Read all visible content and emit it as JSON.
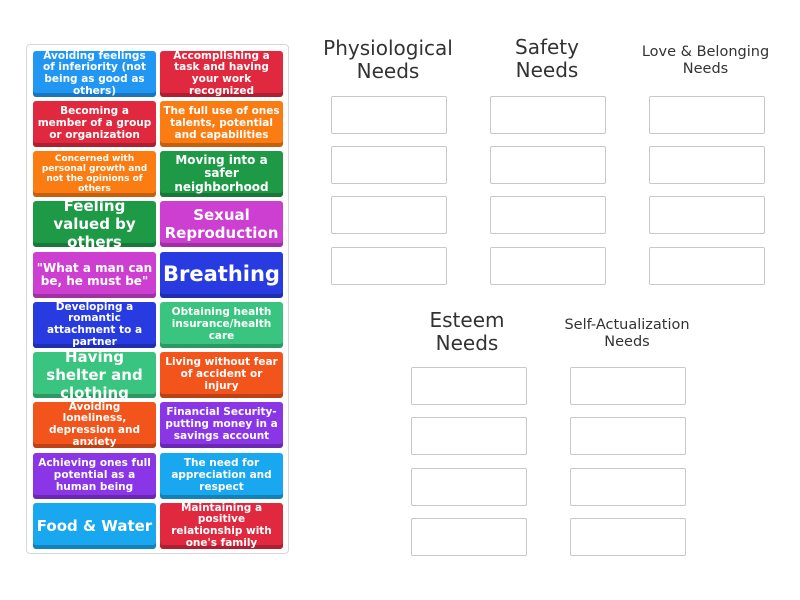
{
  "colors": {
    "blue": "#2196f3",
    "red": "#e0283f",
    "orange": "#fb7c12",
    "green": "#1e9a47",
    "magenta": "#cc3fd1",
    "navy": "#283be0",
    "teal": "#39c57f",
    "purple": "#8a35e6",
    "orange_red": "#f2541b",
    "sky": "#19a7f0"
  },
  "tiles": [
    {
      "label": "Avoiding feelings of inferiority (not being as good as others)",
      "color": "blue"
    },
    {
      "label": "Accomplishing a task and having your work recognized",
      "color": "red"
    },
    {
      "label": "Becoming a member of a group or organization",
      "color": "red"
    },
    {
      "label": "The full use of ones talents, potential and capabilities",
      "color": "orange"
    },
    {
      "label": "Concerned with personal growth and not the opinions of others",
      "color": "orange"
    },
    {
      "label": "Moving into a safer neighborhood",
      "color": "green"
    },
    {
      "label": "Feeling valued by others",
      "color": "green"
    },
    {
      "label": "Sexual Reproduction",
      "color": "magenta"
    },
    {
      "label": "\"What a man can be, he must be\"",
      "color": "magenta"
    },
    {
      "label": "Breathing",
      "color": "navy"
    },
    {
      "label": "Developing a romantic attachment to a partner",
      "color": "navy"
    },
    {
      "label": "Obtaining health insurance/health care",
      "color": "teal"
    },
    {
      "label": "Having shelter and clothing",
      "color": "teal"
    },
    {
      "label": "Living without fear of accident or injury",
      "color": "orange_red"
    },
    {
      "label": "Avoiding loneliness, depression and anxiety",
      "color": "orange_red"
    },
    {
      "label": "Financial Security- putting money in a savings account",
      "color": "purple"
    },
    {
      "label": "Achieving ones full potential as a human being",
      "color": "purple"
    },
    {
      "label": "The need for appreciation and respect",
      "color": "sky"
    },
    {
      "label": "Food & Water",
      "color": "sky"
    },
    {
      "label": "Maintaining a positive relationship with one's family",
      "color": "red"
    }
  ],
  "categories": [
    {
      "title": "Physiological Needs"
    },
    {
      "title": "Safety Needs"
    },
    {
      "title": "Love & Belonging Needs"
    },
    {
      "title": "Esteem Needs"
    },
    {
      "title": "Self-Actualization Needs"
    }
  ]
}
